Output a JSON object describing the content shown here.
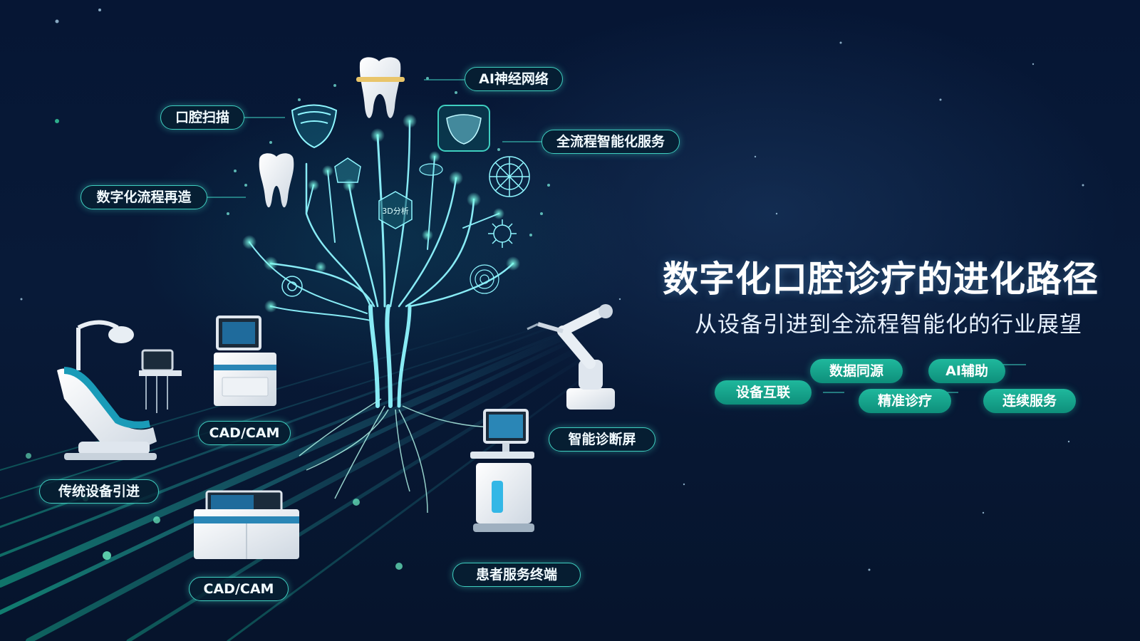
{
  "title": "数字化口腔诊疗的进化路径",
  "subtitle": "从设备引进到全流程智能化的行业展望",
  "tree_labels": {
    "ai_network": "AI神经网络",
    "oral_scan": "口腔扫描",
    "full_intelligent": "全流程智能化服务",
    "digital_process": "数字化流程再造"
  },
  "canopy_badge": "3D分析",
  "equipment_labels": {
    "cadcam_top": "CAD/CAM",
    "traditional": "传统设备引进",
    "smart_screen": "智能诊断屏",
    "cadcam_bottom": "CAD/CAM",
    "patient_terminal": "患者服务终端"
  },
  "pills": {
    "device_interconnect": "设备互联",
    "data_source": "数据同源",
    "ai_assist": "AI辅助",
    "precise_treatment": "精准诊疗",
    "continuous_service": "连续服务"
  },
  "colors": {
    "accent": "#3fcfc0",
    "pill": "#14a58c",
    "background": "#06152e"
  },
  "icons": [
    "tooth-icon",
    "braces-tooth-icon",
    "jaw-scan-icon",
    "aligner-icon",
    "molecule-icon",
    "virus-icon",
    "robot-arm-icon",
    "dental-chair-icon",
    "cadcam-machine-icon",
    "kiosk-icon"
  ]
}
